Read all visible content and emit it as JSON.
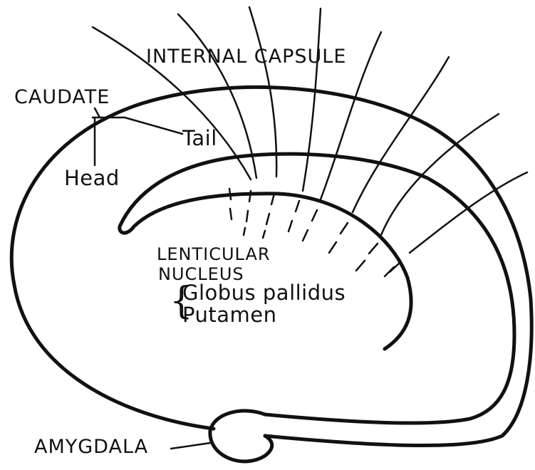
{
  "labels": {
    "internal_capsule": "INTERNAL CAPSULE",
    "caudate": "CAUDATE",
    "tail": "Tail",
    "head": "Head",
    "lenticular_line1": "LENTICULAR",
    "lenticular_line2": "NUCLEUS",
    "brace": "{",
    "globus_pallidus": "Globus pallidus",
    "putamen": "Putamen",
    "amygdala": "AMYGDALA"
  },
  "colors": {
    "ink": "#111111",
    "background": "#ffffff"
  }
}
